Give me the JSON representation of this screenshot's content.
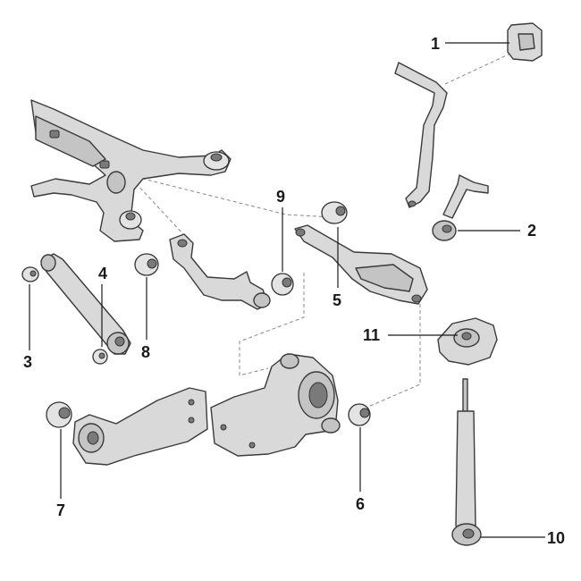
{
  "labels": {
    "l1": "1",
    "l2": "2",
    "l3": "3",
    "l4": "4",
    "l5": "5",
    "l6": "6",
    "l7": "7",
    "l8": "8",
    "l9": "9",
    "l10": "10",
    "l11": "11"
  },
  "colors": {
    "part_fill": "#d9d9d9",
    "part_shadow": "#c4c4c4",
    "outline": "#3a3a3a",
    "label_text": "#1a1a1a",
    "dashed_line": "#888888"
  }
}
